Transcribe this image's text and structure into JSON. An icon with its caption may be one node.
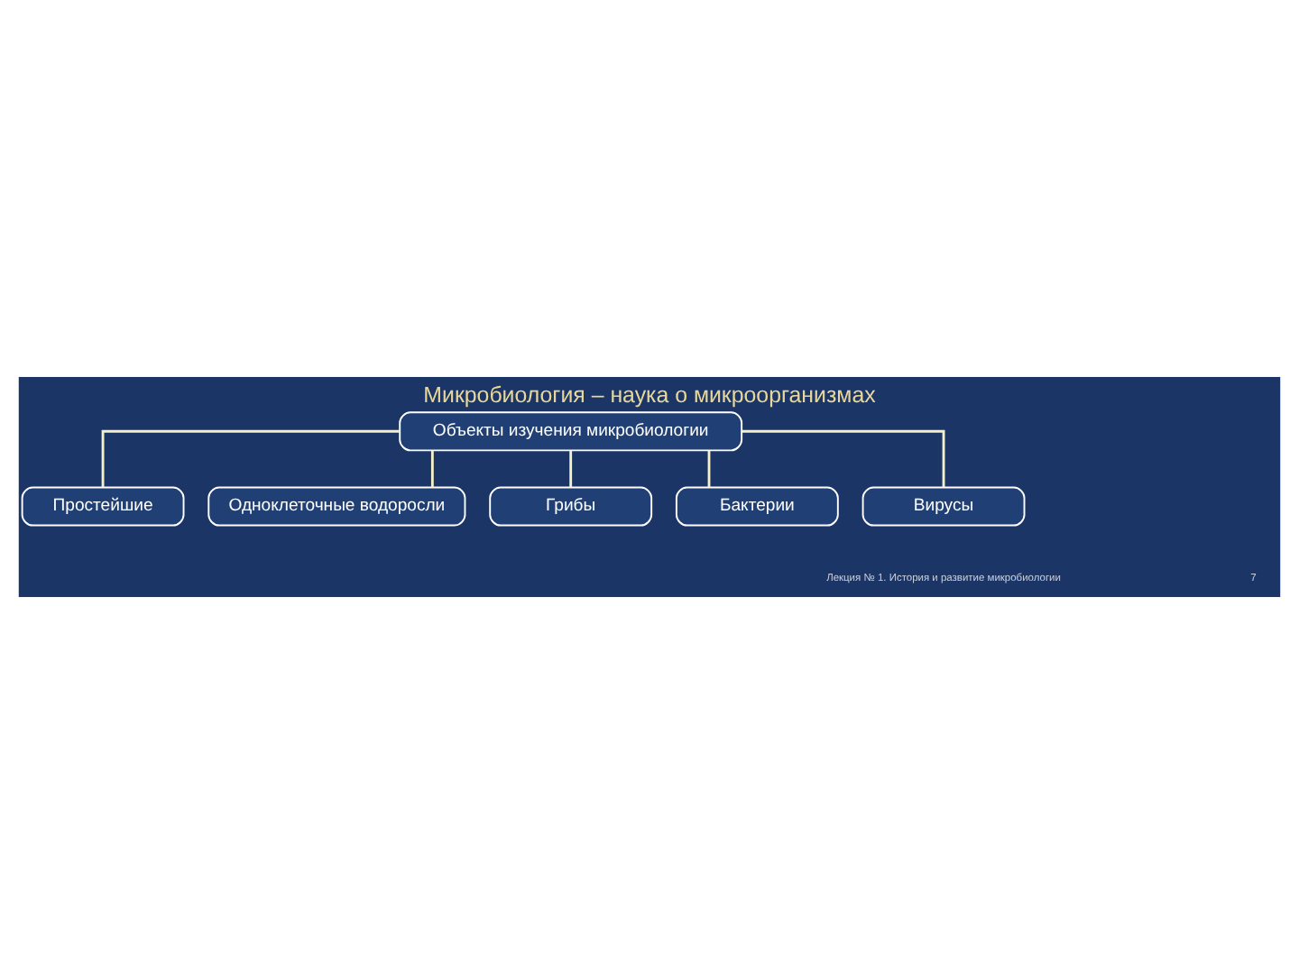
{
  "diagram": {
    "title": "Микробиология – наука о микроорганизмах",
    "nodes": [
      {
        "text": [
          "Объекты изучения микробиологии"
        ]
      },
      {
        "text": [
          "Простейшие"
        ]
      },
      {
        "text": [
          "Одноклеточные водоросли"
        ]
      },
      {
        "text": [
          "Грибы"
        ]
      },
      {
        "text": [
          "Бактерии"
        ]
      },
      {
        "text": [
          "Вирусы"
        ]
      }
    ],
    "edges": [
      {
        "from": 0,
        "to": 1,
        "arrow": "none"
      },
      {
        "from": 0,
        "to": 2,
        "arrow": "none"
      },
      {
        "from": 0,
        "to": 3,
        "arrow": "none"
      },
      {
        "from": 0,
        "to": 4,
        "arrow": "none"
      },
      {
        "from": 0,
        "to": 5,
        "arrow": "none"
      }
    ],
    "labels": [
      "Лекция № 1. История и развитие микробиологии",
      "7"
    ]
  }
}
